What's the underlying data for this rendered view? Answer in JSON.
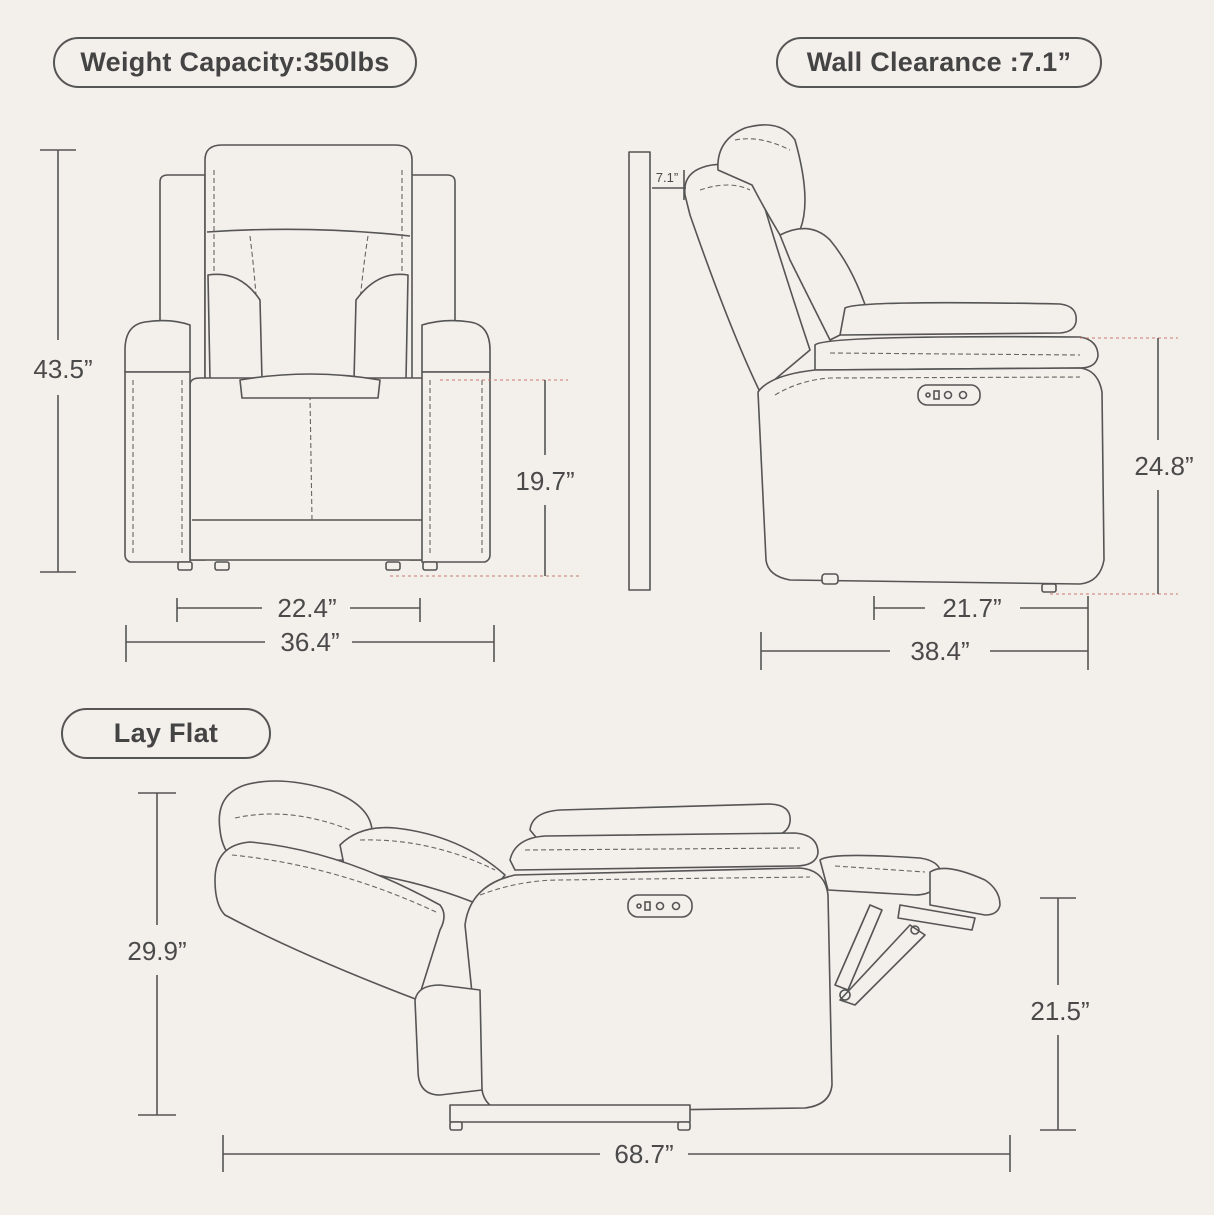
{
  "labels": {
    "weight_capacity": "Weight Capacity:350lbs",
    "wall_clearance": "Wall Clearance :7.1”",
    "lay_flat": "Lay Flat"
  },
  "dimensions": {
    "front_height": "43.5”",
    "front_seat_height": "19.7”",
    "front_seat_width": "22.4”",
    "front_total_width": "36.4”",
    "wall_gap": "7.1”",
    "side_arm_height": "24.8”",
    "side_seat_depth": "21.7”",
    "side_total_depth": "38.4”",
    "flat_height": "29.9”",
    "flat_leg_height": "21.5”",
    "flat_length": "68.7”"
  }
}
